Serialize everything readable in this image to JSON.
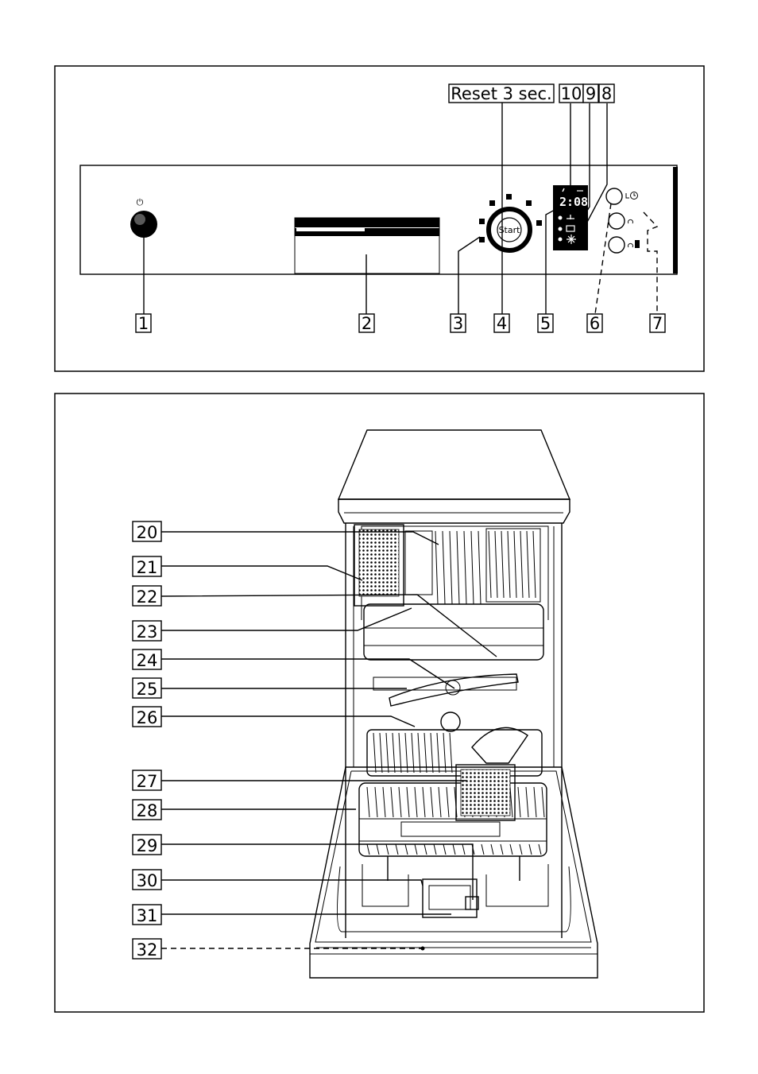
{
  "control_panel": {
    "reset_label": "Reset 3 sec.",
    "start_label": "Start",
    "display_value": "2:08",
    "callouts": [
      "1",
      "2",
      "3",
      "4",
      "5",
      "6",
      "7",
      "10",
      "9",
      "8"
    ]
  },
  "interior": {
    "callouts": [
      "20",
      "21",
      "22",
      "23",
      "24",
      "25",
      "26",
      "27",
      "28",
      "29",
      "30",
      "31",
      "32"
    ]
  }
}
